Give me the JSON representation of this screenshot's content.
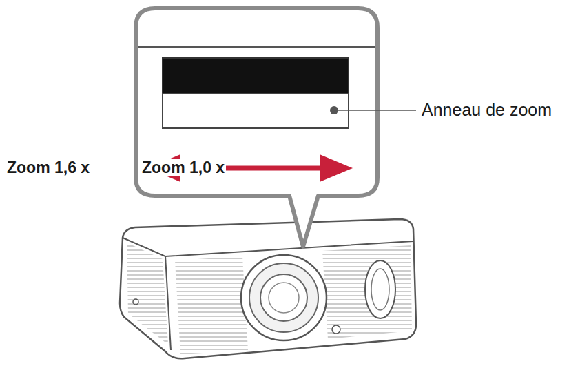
{
  "diagram": {
    "labels": [
      "Anneau de zoom",
      "Zoom 1,6 x",
      "Zoom 1,0 x"
    ]
  }
}
